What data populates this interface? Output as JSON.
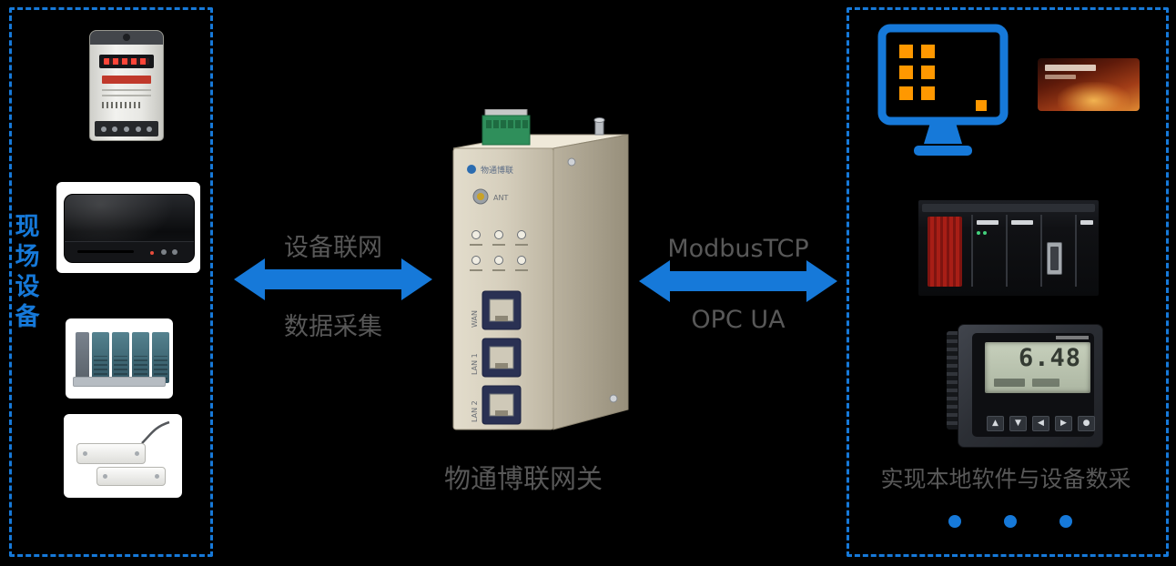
{
  "colors": {
    "background": "#000000",
    "accent_blue": "#1679d9",
    "text_gray": "#585858",
    "icon_orange": "#ff9800"
  },
  "left_panel": {
    "label": "现场设备"
  },
  "link_left": {
    "label_top": "设备联网",
    "label_bottom": "数据采集"
  },
  "gateway": {
    "caption": "物通博联网关",
    "brand": "物通博联",
    "ant_label": "ANT",
    "ports": [
      {
        "label": "WAN"
      },
      {
        "label": "LAN 1"
      },
      {
        "label": "LAN 2"
      }
    ]
  },
  "link_right": {
    "label_top": "ModbusTCP",
    "label_bottom": "OPC UA"
  },
  "right_panel": {
    "caption": "实现本地软件与设备数采",
    "meter": {
      "display_main": "6.48",
      "buttons": [
        "▲",
        "▼",
        "◀",
        "▶",
        "●"
      ]
    }
  }
}
